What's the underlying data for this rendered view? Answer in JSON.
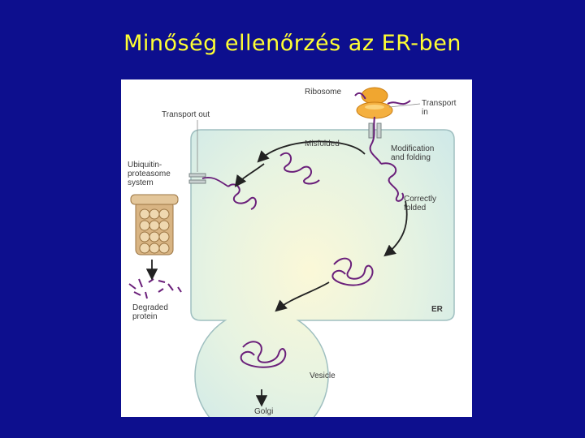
{
  "title": "Minőség ellenőrzés az ER-ben",
  "colors": {
    "slide_background": "#0d0f8e",
    "title_text": "#ffff33",
    "protein": "#6a1f7a",
    "arrow": "#222222",
    "ribosome": "#f0a630",
    "er_lumen": "#ddf0e8"
  },
  "figure": {
    "labels": {
      "ribosome": "Ribosome",
      "transport_in": "Transport\nin",
      "transport_out": "Transport out",
      "ubiquitin_system": "Ubiquitin-\nproteasome\nsystem",
      "misfolded": "Misfolded",
      "modification": "Modification\nand folding",
      "correctly_folded": "Correctly\nfolded",
      "degraded": "Degraded\nprotein",
      "er": "ER",
      "vesicle": "Vesicle",
      "golgi": "Golgi"
    }
  }
}
